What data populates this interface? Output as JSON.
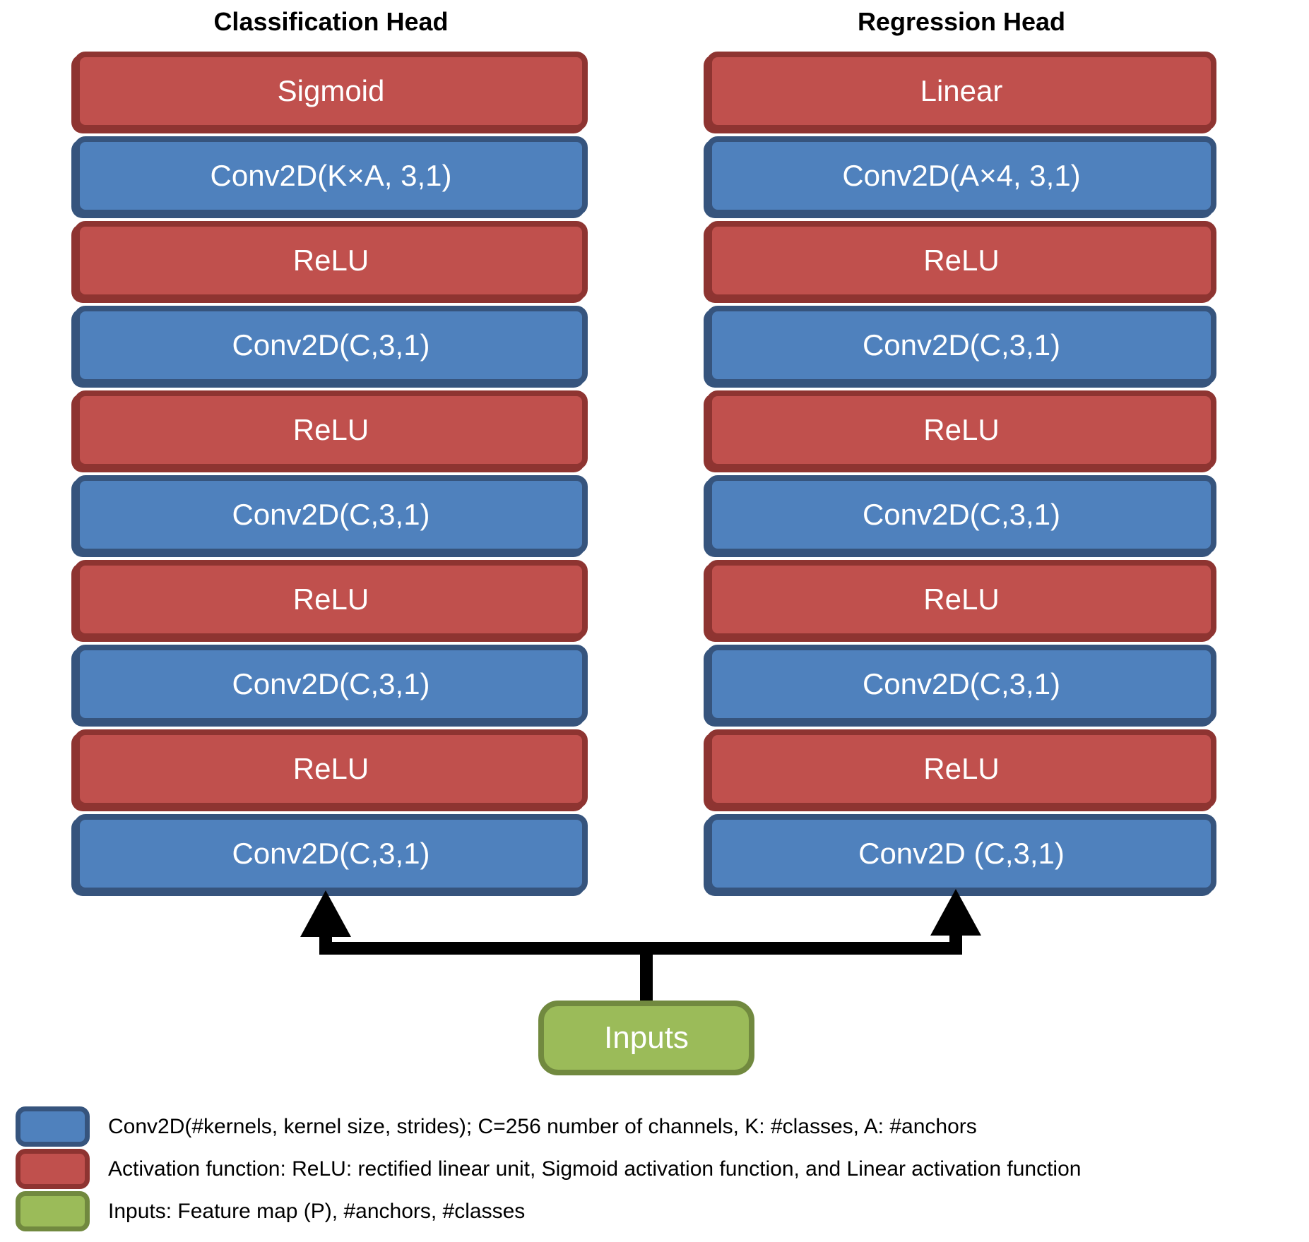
{
  "columns": [
    {
      "id": "classification",
      "title": "Classification Head",
      "layers": [
        {
          "label": "Sigmoid",
          "type": "activation"
        },
        {
          "label": "Conv2D(K×A, 3,1)",
          "type": "conv"
        },
        {
          "label": "ReLU",
          "type": "activation"
        },
        {
          "label": "Conv2D(C,3,1)",
          "type": "conv"
        },
        {
          "label": "ReLU",
          "type": "activation"
        },
        {
          "label": "Conv2D(C,3,1)",
          "type": "conv"
        },
        {
          "label": "ReLU",
          "type": "activation"
        },
        {
          "label": "Conv2D(C,3,1)",
          "type": "conv"
        },
        {
          "label": "ReLU",
          "type": "activation"
        },
        {
          "label": "Conv2D(C,3,1)",
          "type": "conv"
        }
      ]
    },
    {
      "id": "regression",
      "title": "Regression Head",
      "layers": [
        {
          "label": "Linear",
          "type": "activation"
        },
        {
          "label": "Conv2D(A×4, 3,1)",
          "type": "conv"
        },
        {
          "label": "ReLU",
          "type": "activation"
        },
        {
          "label": "Conv2D(C,3,1)",
          "type": "conv"
        },
        {
          "label": "ReLU",
          "type": "activation"
        },
        {
          "label": "Conv2D(C,3,1)",
          "type": "conv"
        },
        {
          "label": "ReLU",
          "type": "activation"
        },
        {
          "label": "Conv2D(C,3,1)",
          "type": "conv"
        },
        {
          "label": "ReLU",
          "type": "activation"
        },
        {
          "label": "Conv2D (C,3,1)",
          "type": "conv"
        }
      ]
    }
  ],
  "inputs_label": "Inputs",
  "legend": {
    "rows": [
      {
        "swatch": "conv",
        "text": "Conv2D(#kernels, kernel size, strides); C=256 number of channels, K: #classes, A: #anchors"
      },
      {
        "swatch": "activation",
        "text": "Activation function: ReLU: rectified linear unit, Sigmoid activation function, and Linear activation function"
      },
      {
        "swatch": "inputs",
        "text": "Inputs: Feature map (P), #anchors, #classes"
      }
    ]
  },
  "colors": {
    "conv-fill": "#4F81BD",
    "conv-dark": "#36547D",
    "act-fill": "#C0504D",
    "act-dark": "#8E3431",
    "inputs-fill": "#9BBB59",
    "inputs-dark": "#71893F",
    "arrow": "#000000",
    "text-on-box": "#FFFFFF",
    "title-text": "#000000"
  }
}
